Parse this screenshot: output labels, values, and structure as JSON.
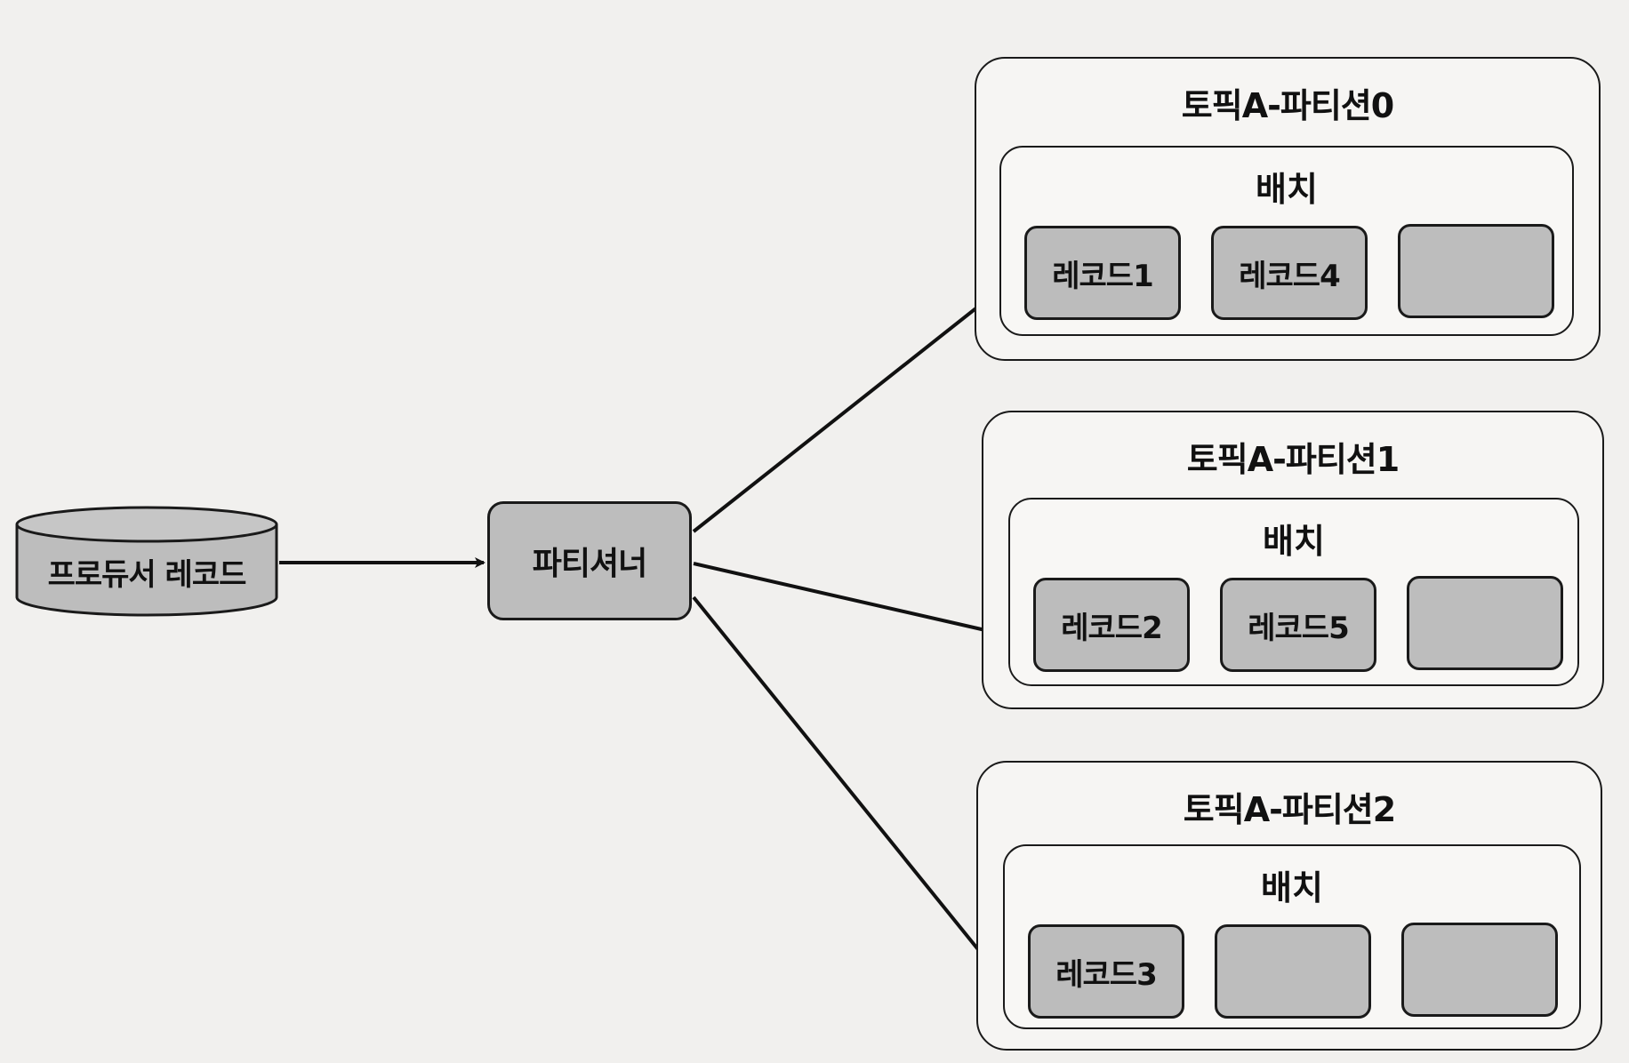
{
  "producer": {
    "label": "프로듀서 레코드"
  },
  "partitioner": {
    "label": "파티셔너"
  },
  "partitions": [
    {
      "title": "토픽A-파티션0",
      "batch_label": "배치",
      "records": [
        "레코드1",
        "레코드4",
        ""
      ]
    },
    {
      "title": "토픽A-파티션1",
      "batch_label": "배치",
      "records": [
        "레코드2",
        "레코드5",
        ""
      ]
    },
    {
      "title": "토픽A-파티션2",
      "batch_label": "배치",
      "records": [
        "레코드3",
        "",
        ""
      ]
    }
  ],
  "colors": {
    "box_fill": "#bdbdbd",
    "stroke": "#1a1a1a",
    "background": "#f1f0ee"
  }
}
